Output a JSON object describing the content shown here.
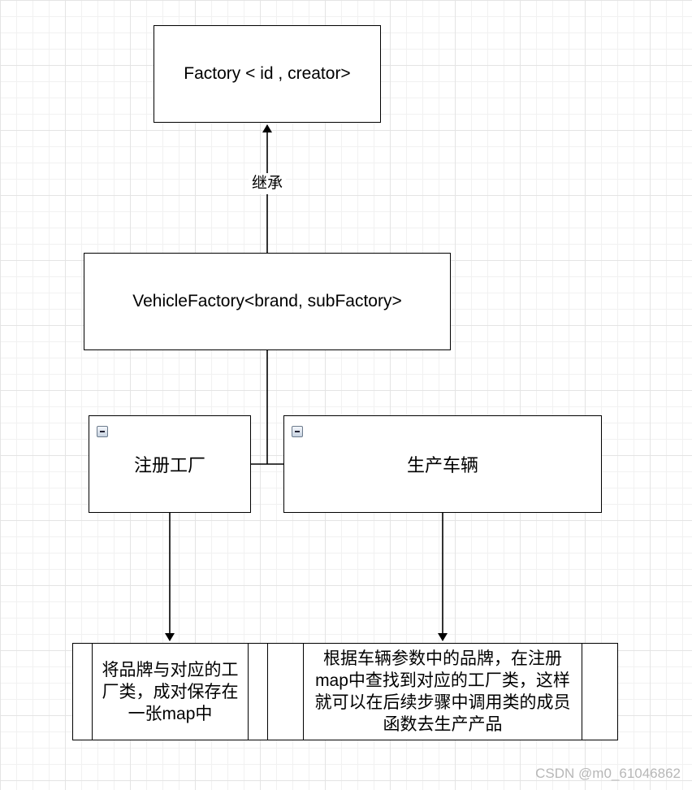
{
  "nodes": {
    "factory": "Factory < id , creator>",
    "vehicle_factory": "VehicleFactory<brand, subFactory>",
    "register": "注册工厂",
    "produce": "生产车辆"
  },
  "edges": {
    "inherit_label": "继承"
  },
  "notes": {
    "register_note": "将品牌与对应的工厂类，成对保存在一张map中",
    "produce_note": "根据车辆参数中的品牌，在注册map中查找到对应的工厂类，这样就可以在后续步骤中调用类的成员函数去生产产品"
  },
  "watermark": "CSDN @m0_61046862"
}
